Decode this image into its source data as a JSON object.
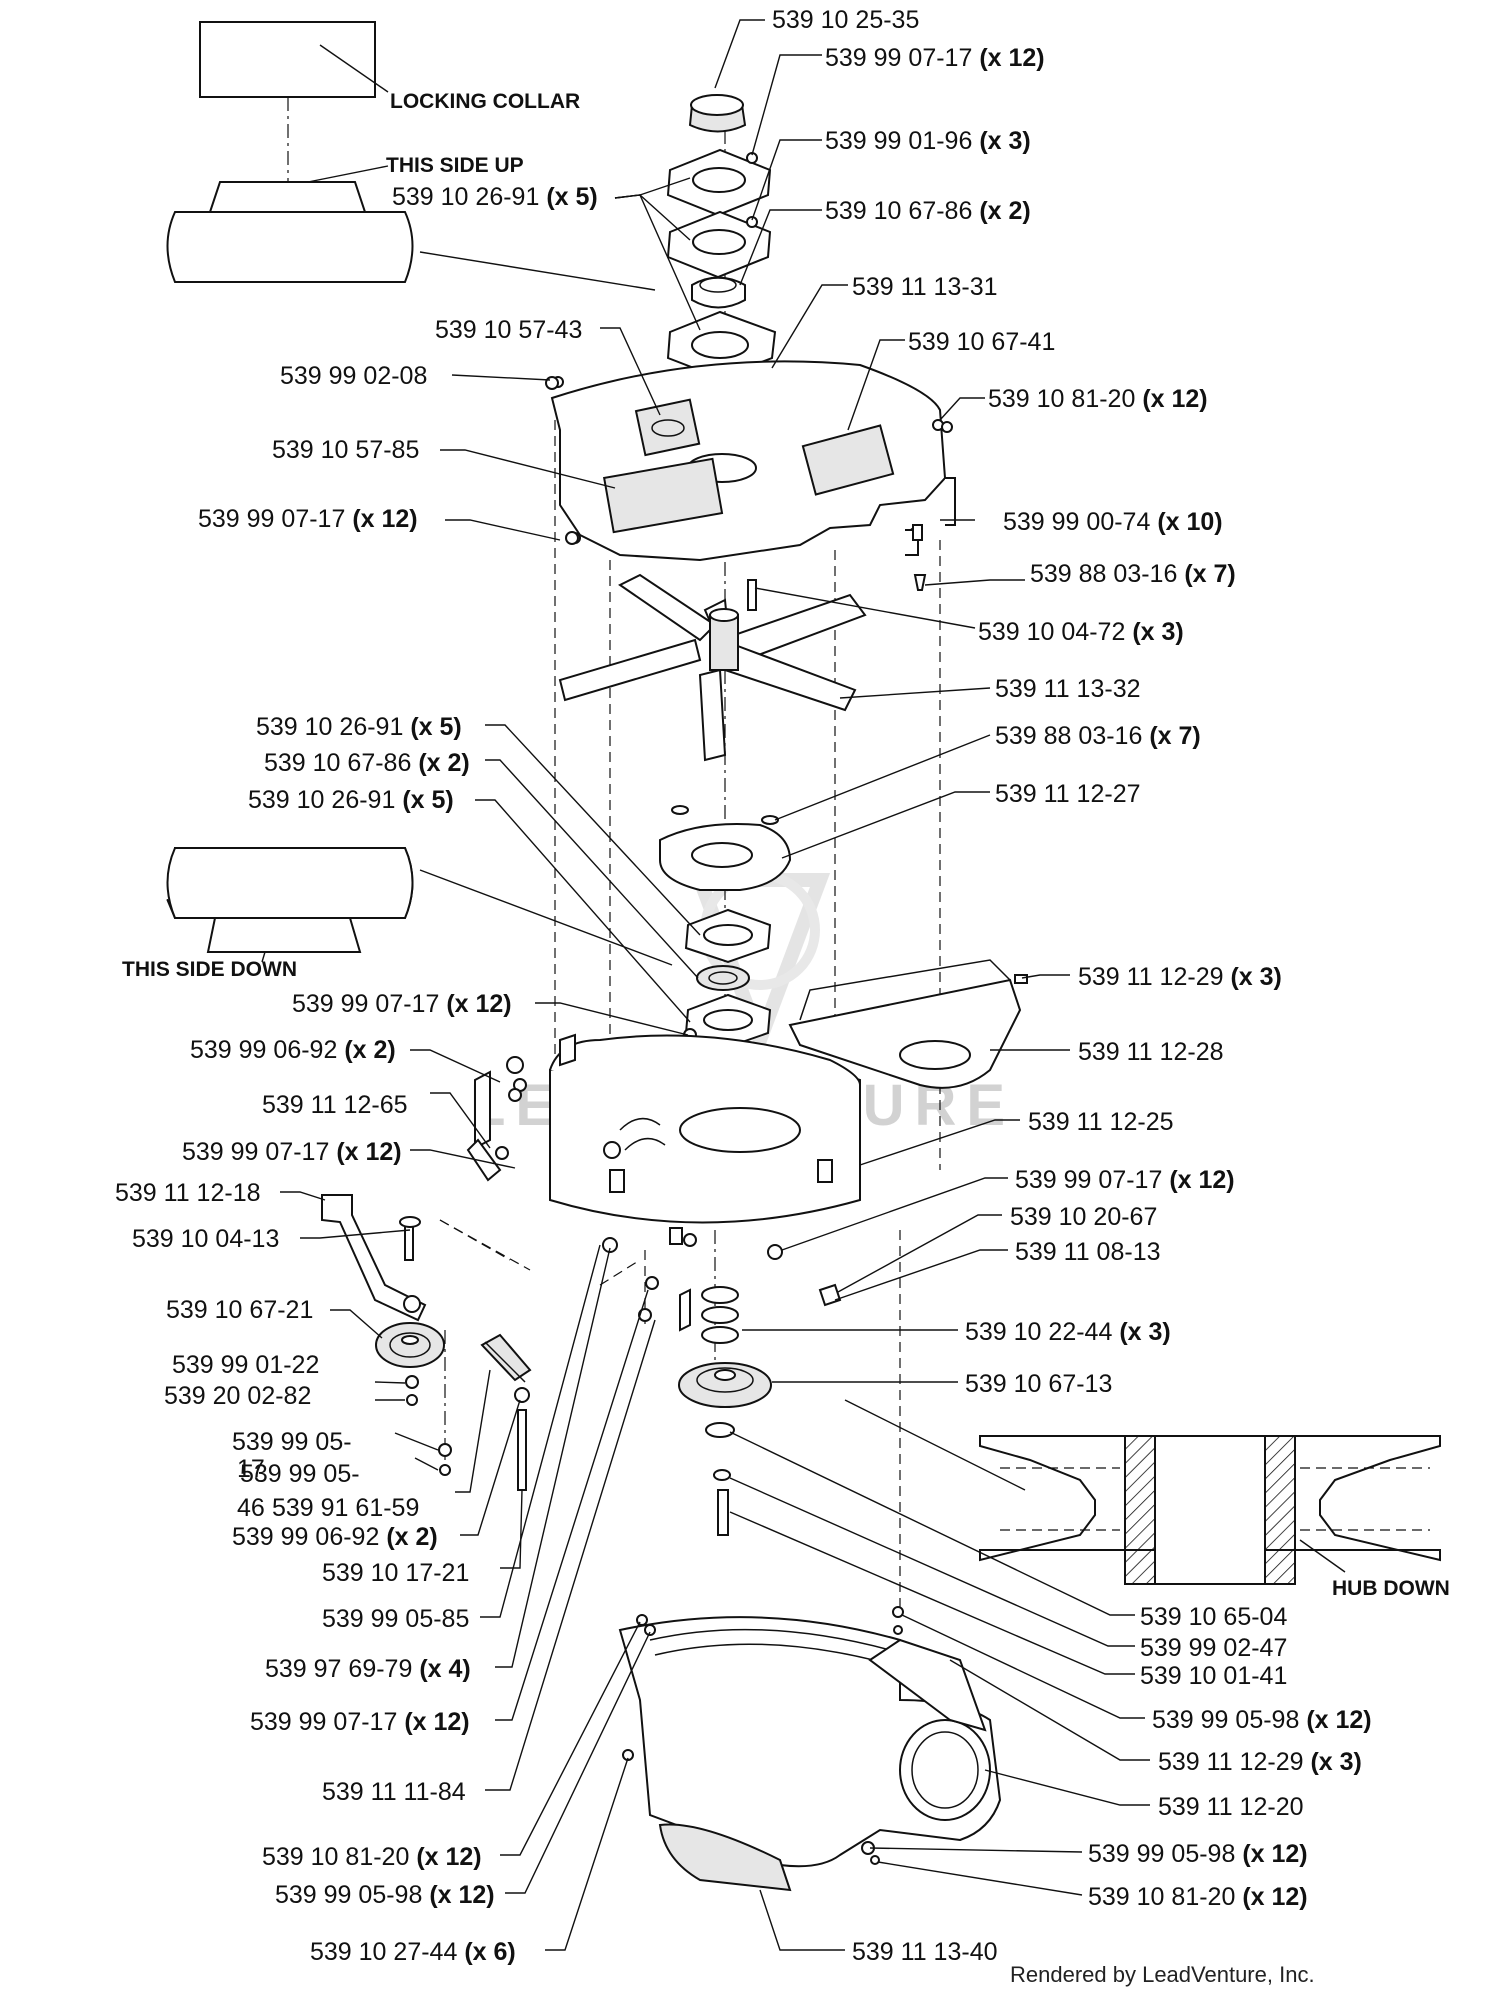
{
  "labels": [
    {
      "id": "c01",
      "part": "539 10 25-35",
      "qty": ""
    },
    {
      "id": "c02",
      "part": "539 99 07-17",
      "qty": "(x 12)"
    },
    {
      "id": "c03",
      "part": "539 99 01-96",
      "qty": "(x 3)"
    },
    {
      "id": "c04",
      "part": "539 10 67-86",
      "qty": "(x 2)"
    },
    {
      "id": "c05",
      "part": "539 11 13-31",
      "qty": ""
    },
    {
      "id": "c06",
      "part": "539 10 67-41",
      "qty": ""
    },
    {
      "id": "c07",
      "part": "539 10 81-20",
      "qty": "(x 12)"
    },
    {
      "id": "c08",
      "part": "539 99 00-74",
      "qty": "(x 10)"
    },
    {
      "id": "c09",
      "part": "539 88 03-16",
      "qty": "(x 7)"
    },
    {
      "id": "c10",
      "part": "539 10 04-72",
      "qty": "(x 3)"
    },
    {
      "id": "c11",
      "part": "539 11 13-32",
      "qty": ""
    },
    {
      "id": "c12",
      "part": "539 88 03-16",
      "qty": "(x 7)"
    },
    {
      "id": "c13",
      "part": "539 11 12-27",
      "qty": ""
    },
    {
      "id": "c14",
      "part": "539 11 12-29",
      "qty": "(x 3)"
    },
    {
      "id": "c15",
      "part": "539 11 12-28",
      "qty": ""
    },
    {
      "id": "c16",
      "part": "539 11 12-25",
      "qty": ""
    },
    {
      "id": "c17",
      "part": "539 99 07-17",
      "qty": "(x 12)"
    },
    {
      "id": "c18",
      "part": "539 10 20-67",
      "qty": ""
    },
    {
      "id": "c19",
      "part": "539 11 08-13",
      "qty": ""
    },
    {
      "id": "c20",
      "part": "539 10 22-44",
      "qty": "(x 3)"
    },
    {
      "id": "c21",
      "part": "539 10 67-13",
      "qty": ""
    },
    {
      "id": "c22",
      "part": "539 10 65-04",
      "qty": ""
    },
    {
      "id": "c23",
      "part": "539 99 02-47",
      "qty": ""
    },
    {
      "id": "c24",
      "part": "539 10 01-41",
      "qty": ""
    },
    {
      "id": "c25",
      "part": "539 99 05-98",
      "qty": "(x 12)"
    },
    {
      "id": "c26",
      "part": "539 11 12-29",
      "qty": "(x 3)"
    },
    {
      "id": "c27",
      "part": "539 11 12-20",
      "qty": ""
    },
    {
      "id": "c28",
      "part": "539 99 05-98",
      "qty": "(x 12)"
    },
    {
      "id": "c29",
      "part": "539 10 81-20",
      "qty": "(x 12)"
    },
    {
      "id": "c30",
      "part": "539 11 13-40",
      "qty": ""
    },
    {
      "id": "c31",
      "part": "539 10 26-91",
      "qty": "(x 5)"
    },
    {
      "id": "c32",
      "part": "539 10 57-43",
      "qty": ""
    },
    {
      "id": "c33",
      "part": "539 99 02-08",
      "qty": ""
    },
    {
      "id": "c34",
      "part": "539 10 57-85",
      "qty": ""
    },
    {
      "id": "c35",
      "part": "539 99 07-17",
      "qty": "(x 12)"
    },
    {
      "id": "c36",
      "part": "539 10 26-91",
      "qty": "(x 5)"
    },
    {
      "id": "c37",
      "part": "539 10 67-86",
      "qty": "(x 2)"
    },
    {
      "id": "c38",
      "part": "539 10 26-91",
      "qty": "(x 5)"
    },
    {
      "id": "c39",
      "part": "539 99 07-17",
      "qty": "(x 12)"
    },
    {
      "id": "c40",
      "part": "539 99 06-92",
      "qty": "(x 2)"
    },
    {
      "id": "c41",
      "part": "539 11 12-65",
      "qty": ""
    },
    {
      "id": "c42",
      "part": "539 99 07-17",
      "qty": "(x 12)"
    },
    {
      "id": "c43",
      "part": "539 11 12-18",
      "qty": ""
    },
    {
      "id": "c44",
      "part": "539 10 04-13",
      "qty": ""
    },
    {
      "id": "c45",
      "part": "539 10 67-21",
      "qty": ""
    },
    {
      "id": "c46",
      "part": "539 99 01-22",
      "qty": ""
    },
    {
      "id": "c47",
      "part": "539 20 02-82",
      "qty": ""
    },
    {
      "id": "c48a",
      "part": "539 99 05-",
      "qty": ""
    },
    {
      "id": "c48b",
      "part": "17",
      "qty": ""
    },
    {
      "id": "c49a",
      "part": "539 99 05-",
      "qty": ""
    },
    {
      "id": "c49b",
      "part": "46",
      "qty": ""
    },
    {
      "id": "c50",
      "part": "539 91 61-59",
      "qty": ""
    },
    {
      "id": "c51",
      "part": "539 99 06-92",
      "qty": "(x 2)"
    },
    {
      "id": "c52",
      "part": "539 10 17-21",
      "qty": ""
    },
    {
      "id": "c53",
      "part": "539 99 05-85",
      "qty": ""
    },
    {
      "id": "c54",
      "part": "539 97 69-79",
      "qty": "(x 4)"
    },
    {
      "id": "c55",
      "part": "539 99 07-17",
      "qty": "(x 12)"
    },
    {
      "id": "c56",
      "part": "539 11 11-84",
      "qty": ""
    },
    {
      "id": "c57",
      "part": "539 10 81-20",
      "qty": "(x 12)"
    },
    {
      "id": "c58",
      "part": "539 99 05-98",
      "qty": "(x 12)"
    },
    {
      "id": "c59",
      "part": "539 10 27-44",
      "qty": "(x 6)"
    }
  ],
  "notes": {
    "locking_collar": "LOCKING COLLAR",
    "this_side_up": "THIS SIDE UP",
    "this_side_down": "THIS SIDE DOWN",
    "hub_down": "HUB DOWN"
  },
  "watermark": "LEADVENTURE",
  "footer": "Rendered by LeadVenture, Inc."
}
